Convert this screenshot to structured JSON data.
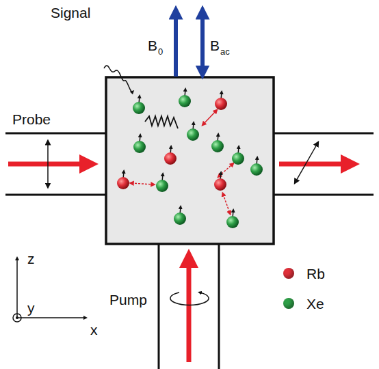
{
  "diagram": {
    "labels": [
      "Signal",
      "Probe",
      "B",
      "0",
      "B",
      "ac",
      "Pump",
      "z",
      "y",
      "x"
    ],
    "legend": [
      {
        "text": "Rb",
        "color": "#e2303a"
      },
      {
        "text": "Xe",
        "color": "#2fa048"
      }
    ]
  }
}
